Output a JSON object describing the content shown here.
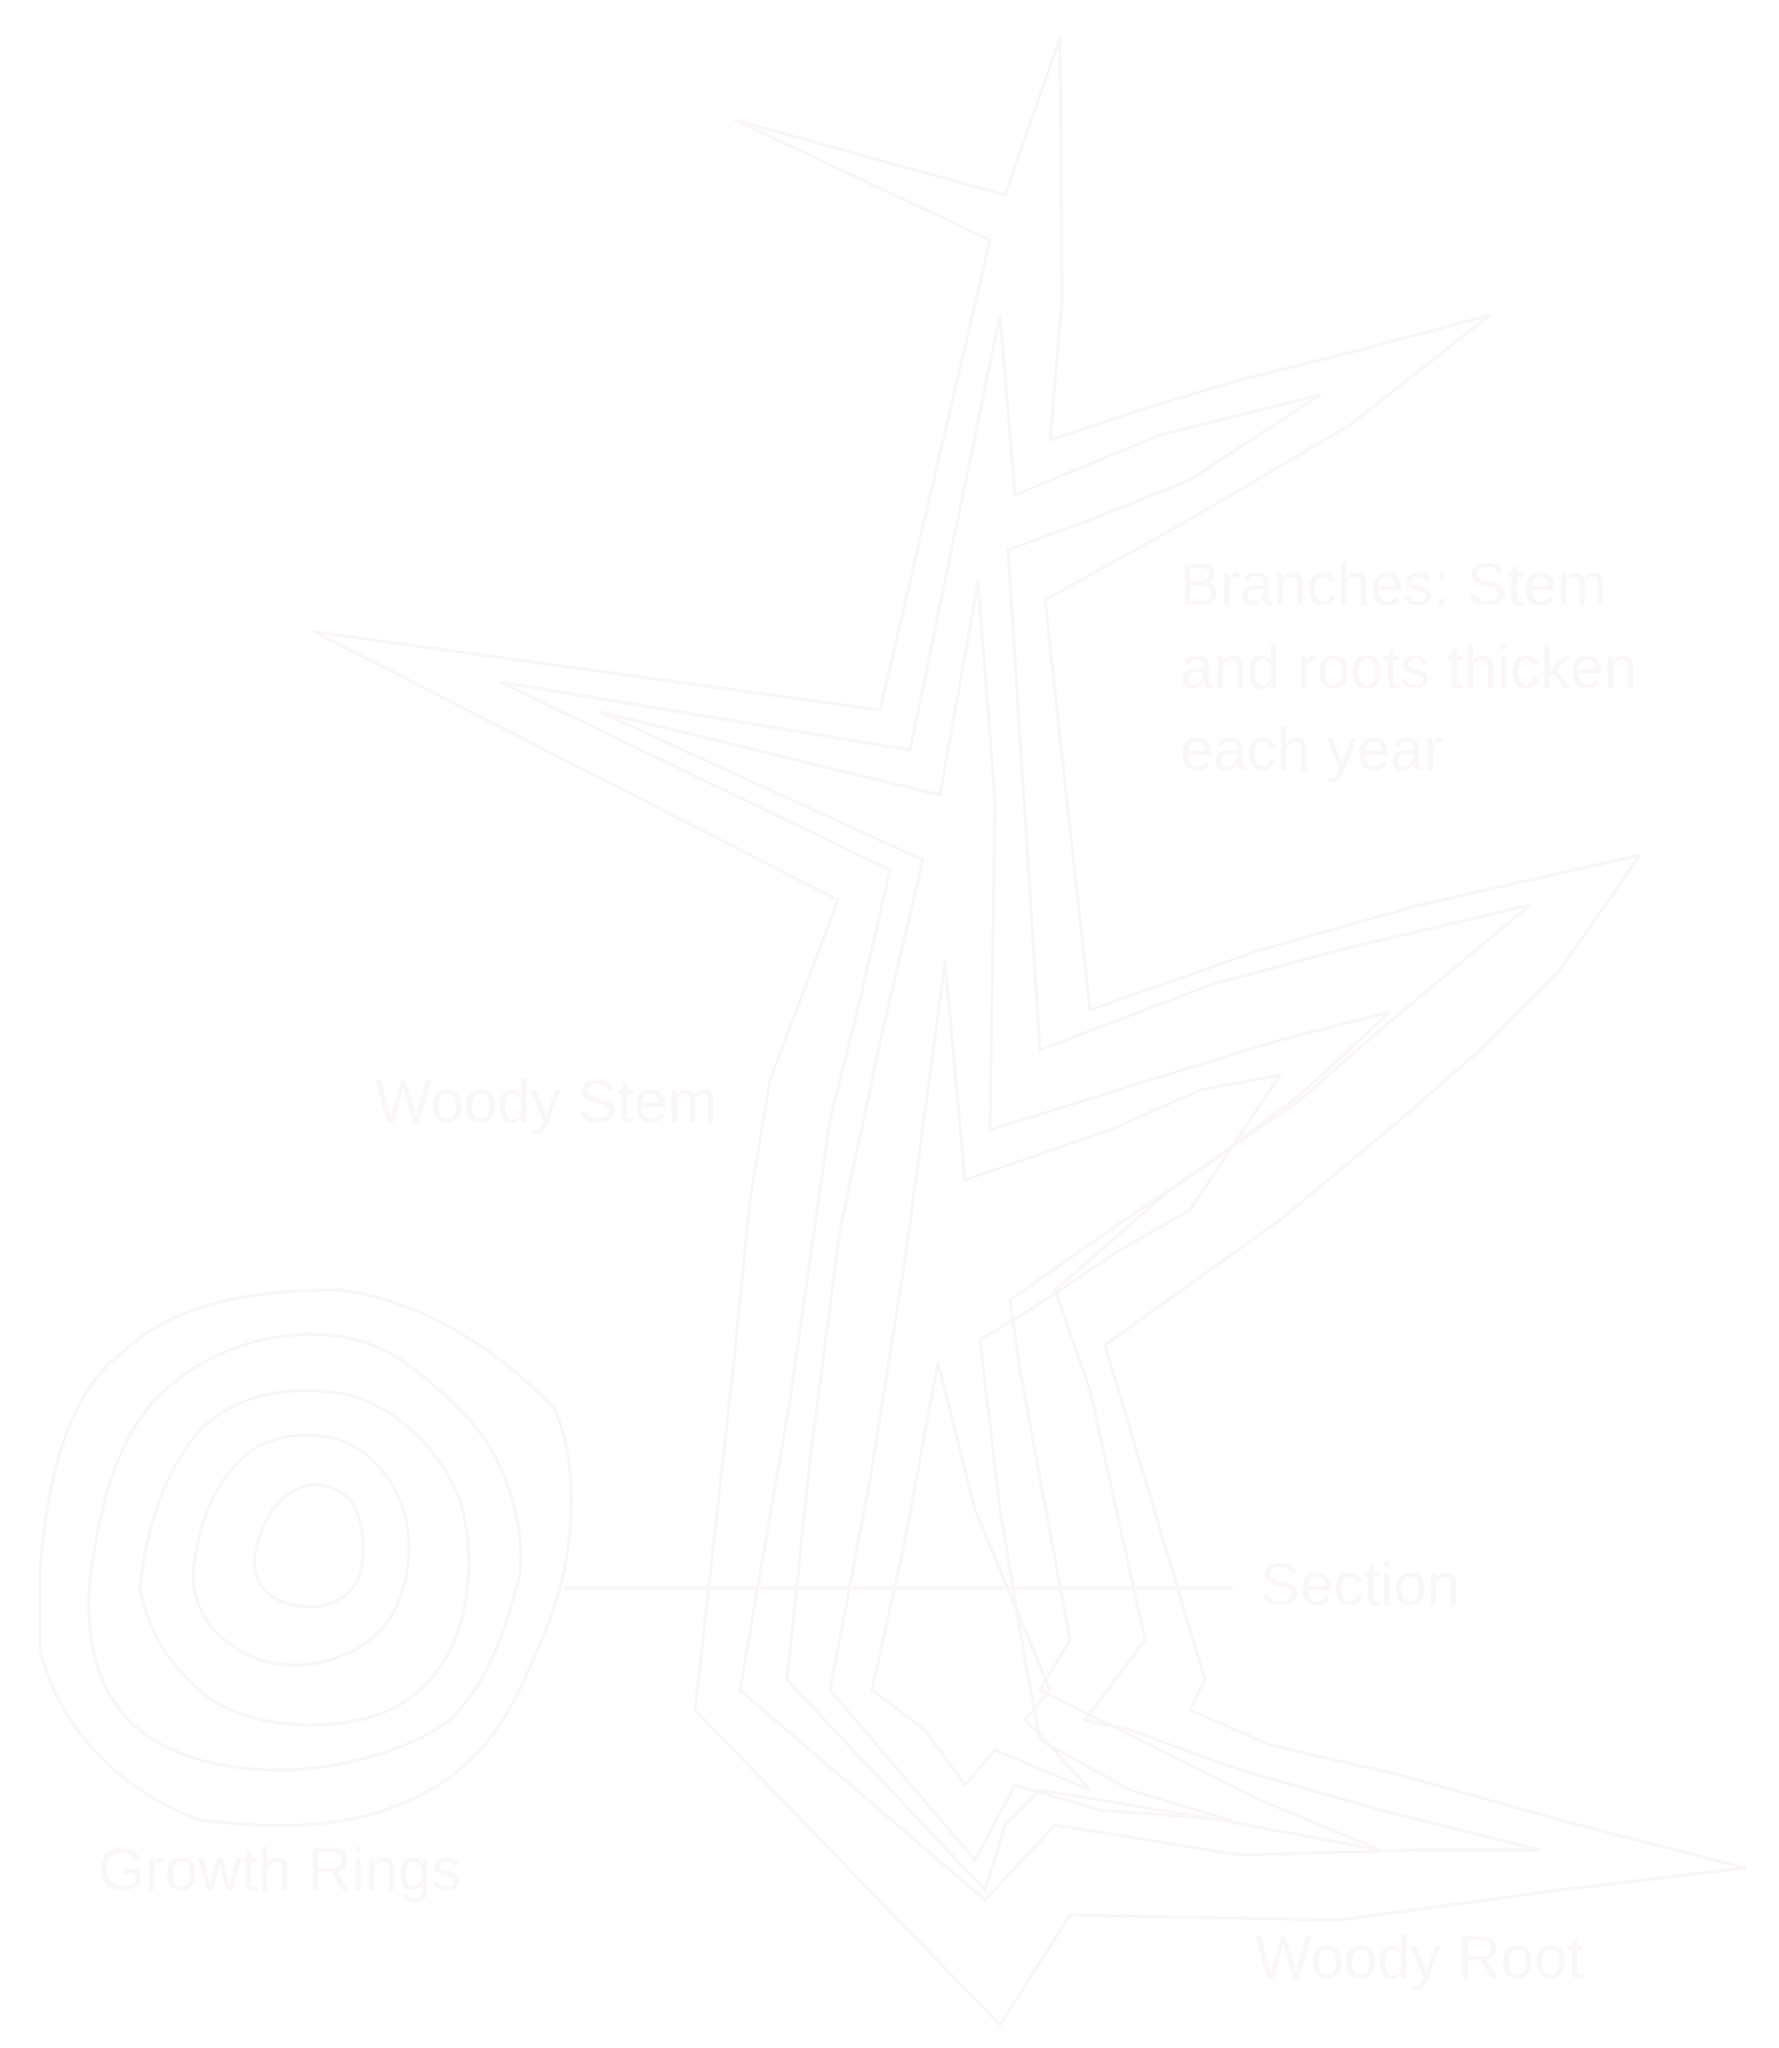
{
  "diagram": {
    "labels": {
      "branches_line1": "Branches: Stem",
      "branches_line2": "and roots thicken",
      "branches_line3": "each year",
      "woody_stem": "Woody Stem",
      "section": "Section",
      "growth_rings": "Growth Rings",
      "woody_root": "Woody Root"
    },
    "colors": {
      "background": "#ffffff",
      "outline": "#fbf6f6",
      "label_text": "#fbf7f7"
    }
  }
}
